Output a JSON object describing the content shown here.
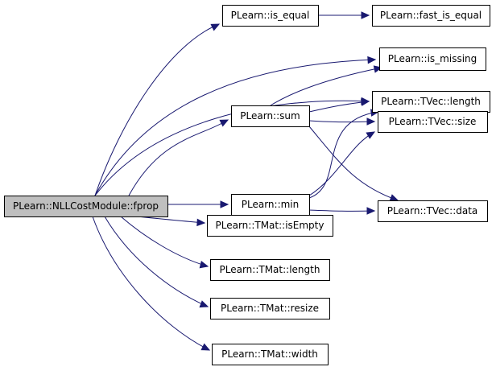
{
  "nodes": [
    {
      "id": "fprop",
      "label": "PLearn::NLLCostModule::fprop",
      "root": true
    },
    {
      "id": "is_equal",
      "label": "PLearn::is_equal"
    },
    {
      "id": "fast_is_equal",
      "label": "PLearn::fast_is_equal"
    },
    {
      "id": "is_missing",
      "label": "PLearn::is_missing"
    },
    {
      "id": "tvec_length",
      "label": "PLearn::TVec::length"
    },
    {
      "id": "sum",
      "label": "PLearn::sum"
    },
    {
      "id": "tvec_size",
      "label": "PLearn::TVec::size"
    },
    {
      "id": "min",
      "label": "PLearn::min"
    },
    {
      "id": "tvec_data",
      "label": "PLearn::TVec::data"
    },
    {
      "id": "tmat_isempty",
      "label": "PLearn::TMat::isEmpty"
    },
    {
      "id": "tmat_length",
      "label": "PLearn::TMat::length"
    },
    {
      "id": "tmat_resize",
      "label": "PLearn::TMat::resize"
    },
    {
      "id": "tmat_width",
      "label": "PLearn::TMat::width"
    }
  ],
  "edges": [
    {
      "from": "fprop",
      "to": "is_equal"
    },
    {
      "from": "fprop",
      "to": "is_missing"
    },
    {
      "from": "fprop",
      "to": "tvec_length"
    },
    {
      "from": "fprop",
      "to": "sum"
    },
    {
      "from": "fprop",
      "to": "min"
    },
    {
      "from": "fprop",
      "to": "tmat_isempty"
    },
    {
      "from": "fprop",
      "to": "tmat_length"
    },
    {
      "from": "fprop",
      "to": "tmat_resize"
    },
    {
      "from": "fprop",
      "to": "tmat_width"
    },
    {
      "from": "is_equal",
      "to": "fast_is_equal"
    },
    {
      "from": "sum",
      "to": "is_missing"
    },
    {
      "from": "sum",
      "to": "tvec_length"
    },
    {
      "from": "sum",
      "to": "tvec_size"
    },
    {
      "from": "sum",
      "to": "tvec_data"
    },
    {
      "from": "min",
      "to": "tvec_length"
    },
    {
      "from": "min",
      "to": "tvec_size"
    },
    {
      "from": "min",
      "to": "tvec_data"
    }
  ]
}
